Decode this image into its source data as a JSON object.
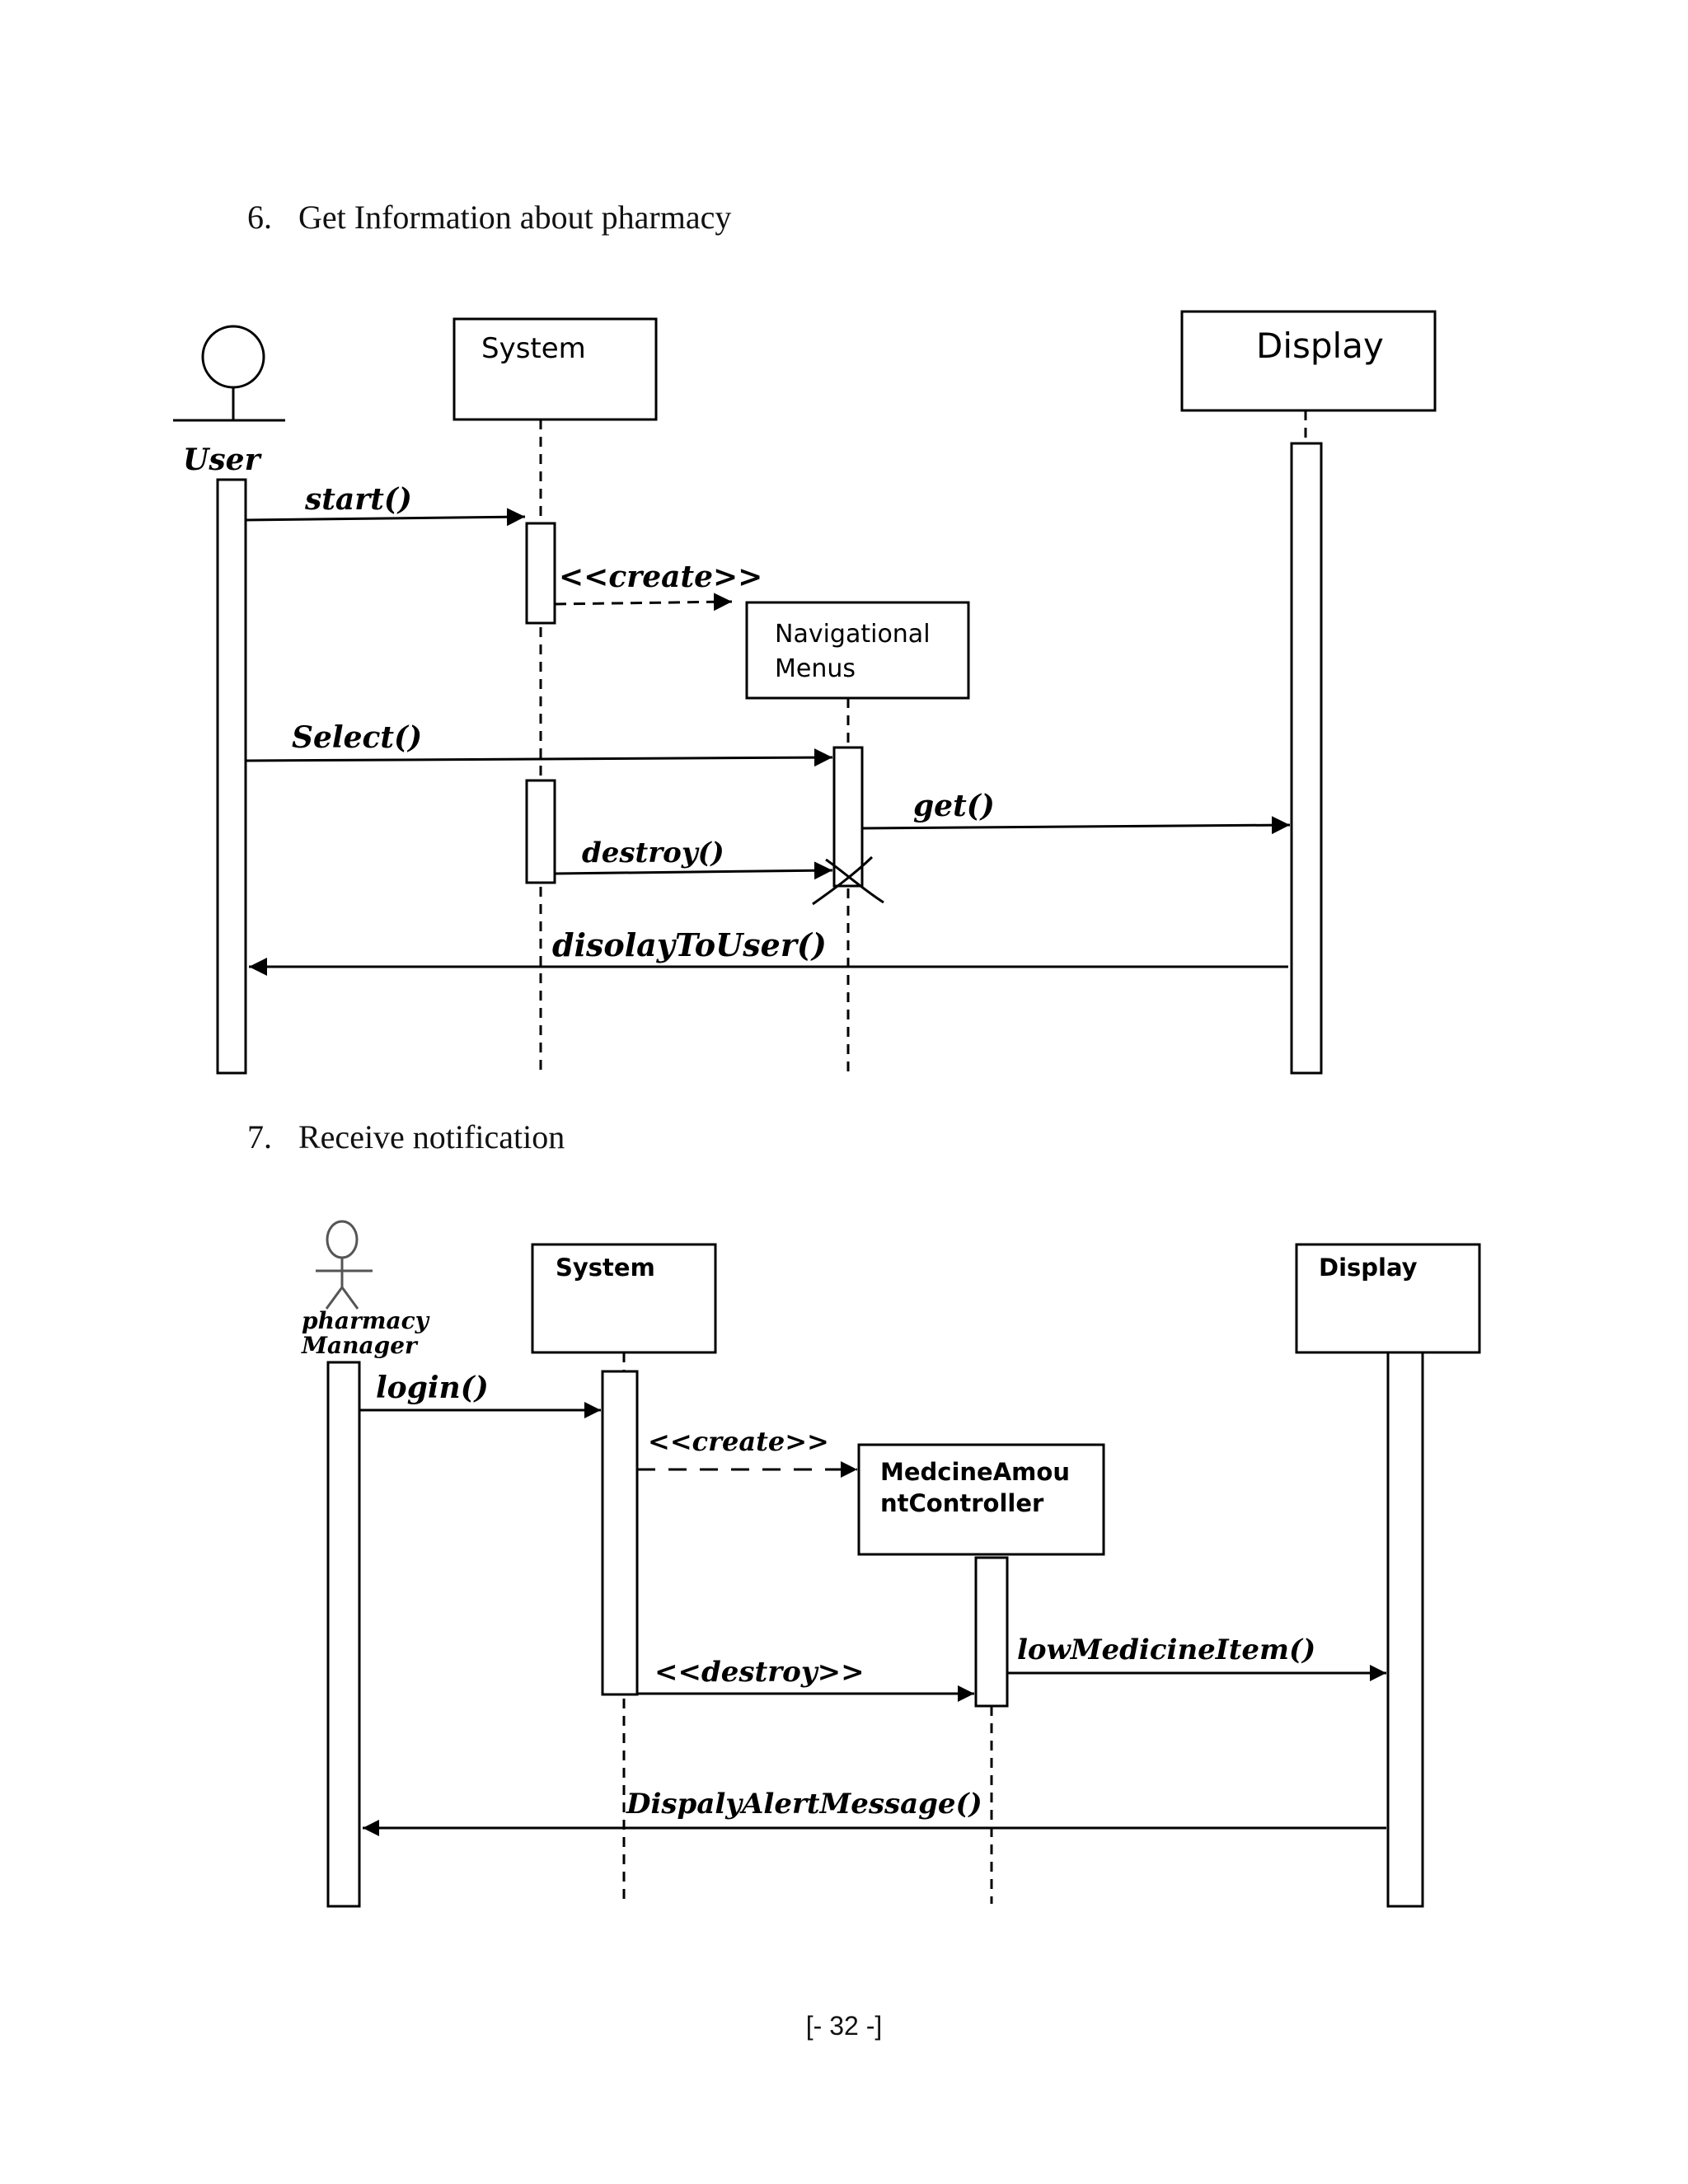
{
  "sections": [
    {
      "number": "6.",
      "title": "Get Information  about pharmacy",
      "diagram": {
        "actor": "User",
        "objects": [
          "System",
          "Display",
          "Navigational",
          "Menus"
        ],
        "messages": [
          "start()",
          "<<create>>",
          "Select()",
          "get()",
          "destroy()",
          "disolayToUser()"
        ]
      }
    },
    {
      "number": "7.",
      "title": "Receive notification",
      "diagram": {
        "actor_line1": "pharmacy",
        "actor_line2": "Manager",
        "objects": [
          "System",
          "Display",
          "MedcineAmou",
          "ntController"
        ],
        "messages": [
          "login()",
          "<<create>>",
          "<<destroy>>",
          "lowMedicineItem()",
          "DispalyAlertMessage()"
        ]
      }
    }
  ],
  "footer": "[- 32 -]"
}
